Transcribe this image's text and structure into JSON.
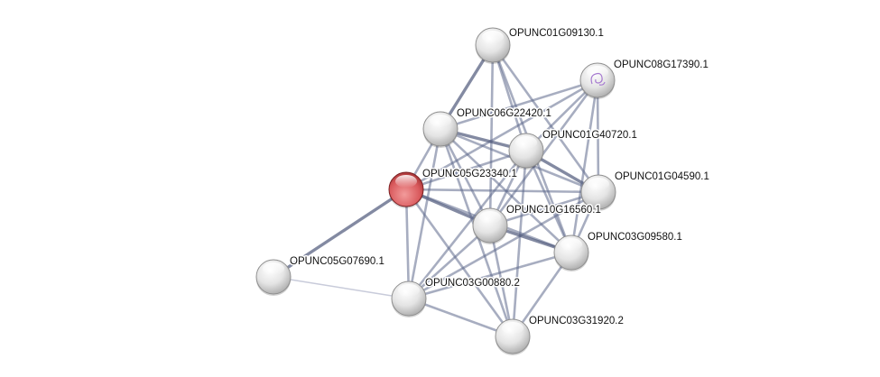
{
  "network": {
    "nodes": [
      {
        "id": "OPUNC01G09130.1",
        "label": "OPUNC01G09130.1",
        "color": "#e6e6e6",
        "query": false
      },
      {
        "id": "OPUNC08G17390.1",
        "label": "OPUNC08G17390.1",
        "color": "#e6e6e6",
        "query": false,
        "has_structure": true
      },
      {
        "id": "OPUNC06G22420.1",
        "label": "OPUNC06G22420.1",
        "color": "#e6e6e6",
        "query": false
      },
      {
        "id": "OPUNC01G40720.1",
        "label": "OPUNC01G40720.1",
        "color": "#e6e6e6",
        "query": false
      },
      {
        "id": "OPUNC05G23340.1",
        "label": "OPUNC05G23340.1",
        "color": "#d9595c",
        "query": true
      },
      {
        "id": "OPUNC01G04590.1",
        "label": "OPUNC01G04590.1",
        "color": "#e6e6e6",
        "query": false
      },
      {
        "id": "OPUNC10G16560.1",
        "label": "OPUNC10G16560.1",
        "color": "#e6e6e6",
        "query": false
      },
      {
        "id": "OPUNC03G09580.1",
        "label": "OPUNC03G09580.1",
        "color": "#e6e6e6",
        "query": false
      },
      {
        "id": "OPUNC05G07690.1",
        "label": "OPUNC05G07690.1",
        "color": "#e6e6e6",
        "query": false
      },
      {
        "id": "OPUNC03G00880.2",
        "label": "OPUNC03G00880.2",
        "color": "#e6e6e6",
        "query": false
      },
      {
        "id": "OPUNC03G31920.2",
        "label": "OPUNC03G31920.2",
        "color": "#e6e6e6",
        "query": false
      }
    ],
    "edges": [
      [
        "OPUNC05G23340.1",
        "OPUNC05G07690.1",
        "strong"
      ],
      [
        "OPUNC05G07690.1",
        "OPUNC03G00880.2",
        "weak"
      ],
      [
        "OPUNC05G23340.1",
        "OPUNC06G22420.1",
        "normal"
      ],
      [
        "OPUNC05G23340.1",
        "OPUNC01G40720.1",
        "normal"
      ],
      [
        "OPUNC05G23340.1",
        "OPUNC01G04590.1",
        "normal"
      ],
      [
        "OPUNC05G23340.1",
        "OPUNC10G16560.1",
        "strong"
      ],
      [
        "OPUNC05G23340.1",
        "OPUNC03G09580.1",
        "normal"
      ],
      [
        "OPUNC05G23340.1",
        "OPUNC03G00880.2",
        "normal"
      ],
      [
        "OPUNC05G23340.1",
        "OPUNC03G31920.2",
        "normal"
      ],
      [
        "OPUNC05G23340.1",
        "OPUNC08G17390.1",
        "normal"
      ],
      [
        "OPUNC01G09130.1",
        "OPUNC06G22420.1",
        "strong"
      ],
      [
        "OPUNC01G09130.1",
        "OPUNC01G40720.1",
        "normal"
      ],
      [
        "OPUNC01G09130.1",
        "OPUNC10G16560.1",
        "normal"
      ],
      [
        "OPUNC01G09130.1",
        "OPUNC01G04590.1",
        "normal"
      ],
      [
        "OPUNC01G09130.1",
        "OPUNC03G09580.1",
        "normal"
      ],
      [
        "OPUNC08G17390.1",
        "OPUNC06G22420.1",
        "normal"
      ],
      [
        "OPUNC08G17390.1",
        "OPUNC01G04590.1",
        "normal"
      ],
      [
        "OPUNC08G17390.1",
        "OPUNC03G09580.1",
        "normal"
      ],
      [
        "OPUNC08G17390.1",
        "OPUNC10G16560.1",
        "normal"
      ],
      [
        "OPUNC08G17390.1",
        "OPUNC01G40720.1",
        "normal"
      ],
      [
        "OPUNC06G22420.1",
        "OPUNC01G40720.1",
        "strong"
      ],
      [
        "OPUNC06G22420.1",
        "OPUNC01G04590.1",
        "normal"
      ],
      [
        "OPUNC06G22420.1",
        "OPUNC10G16560.1",
        "normal"
      ],
      [
        "OPUNC06G22420.1",
        "OPUNC03G09580.1",
        "normal"
      ],
      [
        "OPUNC06G22420.1",
        "OPUNC03G00880.2",
        "normal"
      ],
      [
        "OPUNC06G22420.1",
        "OPUNC03G31920.2",
        "normal"
      ],
      [
        "OPUNC01G40720.1",
        "OPUNC01G04590.1",
        "strong"
      ],
      [
        "OPUNC01G40720.1",
        "OPUNC10G16560.1",
        "normal"
      ],
      [
        "OPUNC01G40720.1",
        "OPUNC03G09580.1",
        "normal"
      ],
      [
        "OPUNC01G40720.1",
        "OPUNC03G00880.2",
        "normal"
      ],
      [
        "OPUNC01G40720.1",
        "OPUNC03G31920.2",
        "normal"
      ],
      [
        "OPUNC01G04590.1",
        "OPUNC03G09580.1",
        "normal"
      ],
      [
        "OPUNC01G04590.1",
        "OPUNC10G16560.1",
        "normal"
      ],
      [
        "OPUNC01G04590.1",
        "OPUNC03G00880.2",
        "normal"
      ],
      [
        "OPUNC10G16560.1",
        "OPUNC03G09580.1",
        "strong"
      ],
      [
        "OPUNC10G16560.1",
        "OPUNC03G00880.2",
        "normal"
      ],
      [
        "OPUNC10G16560.1",
        "OPUNC03G31920.2",
        "normal"
      ],
      [
        "OPUNC03G09580.1",
        "OPUNC03G00880.2",
        "normal"
      ],
      [
        "OPUNC03G09580.1",
        "OPUNC03G31920.2",
        "normal"
      ],
      [
        "OPUNC03G00880.2",
        "OPUNC03G31920.2",
        "normal"
      ]
    ]
  }
}
